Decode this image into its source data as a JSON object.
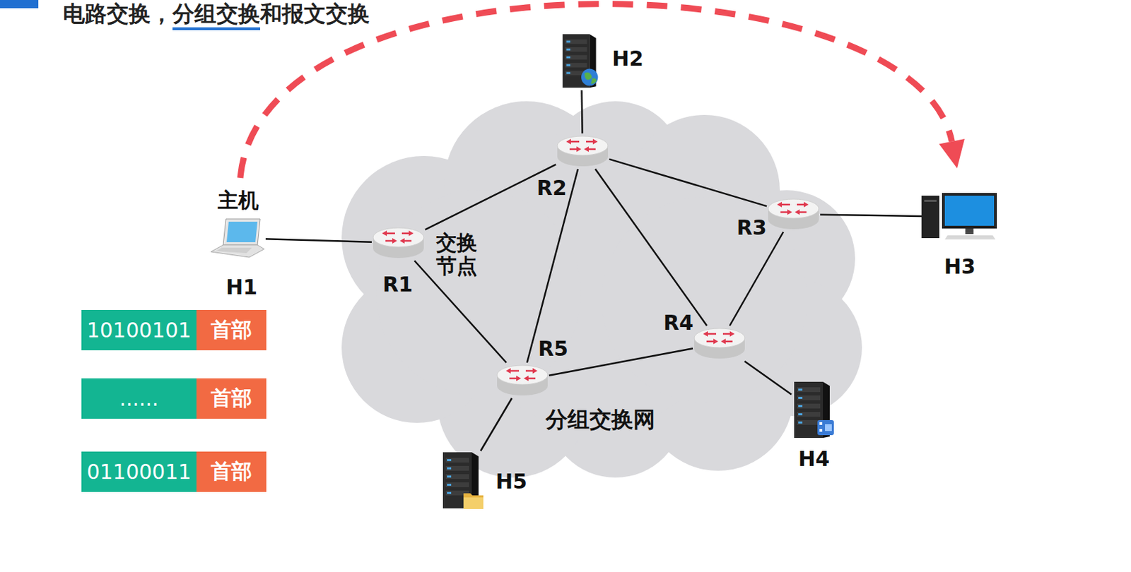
{
  "diagram": {
    "title": "电路交换，分组交换和报文交换",
    "nodes": [
      {
        "text": [
          "分组交换网"
        ]
      },
      {
        "text": [
          "H2"
        ]
      },
      {
        "text": [
          "R2"
        ],
        "in": 0
      },
      {
        "text": [
          "主机",
          "H1"
        ]
      },
      {
        "text": [
          "R1"
        ],
        "in": 0
      },
      {
        "text": [
          "R3"
        ],
        "in": 0
      },
      {
        "text": [
          "H3"
        ]
      },
      {
        "text": [
          "R4"
        ],
        "in": 0
      },
      {
        "text": [
          "R5"
        ],
        "in": 0
      },
      {
        "text": [
          "H4"
        ]
      },
      {
        "text": [
          "H5"
        ]
      },
      {
        "text": [
          "10100101",
          "首部"
        ]
      },
      {
        "text": [
          "......",
          "首部"
        ]
      },
      {
        "text": [
          "01100011",
          "首部"
        ]
      }
    ],
    "edges": [
      {
        "from": 3,
        "to": 4,
        "arrow": "none"
      },
      {
        "from": 4,
        "to": 2,
        "arrow": "none"
      },
      {
        "from": 4,
        "to": 8,
        "arrow": "none"
      },
      {
        "from": 2,
        "to": 8,
        "arrow": "none"
      },
      {
        "from": 2,
        "to": 5,
        "arrow": "none"
      },
      {
        "from": 2,
        "to": 7,
        "arrow": "none"
      },
      {
        "from": 5,
        "to": 7,
        "arrow": "none"
      },
      {
        "from": 7,
        "to": 8,
        "arrow": "none"
      },
      {
        "from": 2,
        "to": 1,
        "arrow": "none"
      },
      {
        "from": 5,
        "to": 6,
        "arrow": "none"
      },
      {
        "from": 7,
        "to": 9,
        "arrow": "none"
      },
      {
        "from": 8,
        "to": 10,
        "arrow": "none"
      },
      {
        "from": 3,
        "to": 6,
        "arrow": "to"
      }
    ],
    "labels": [
      "交换节点"
    ]
  }
}
